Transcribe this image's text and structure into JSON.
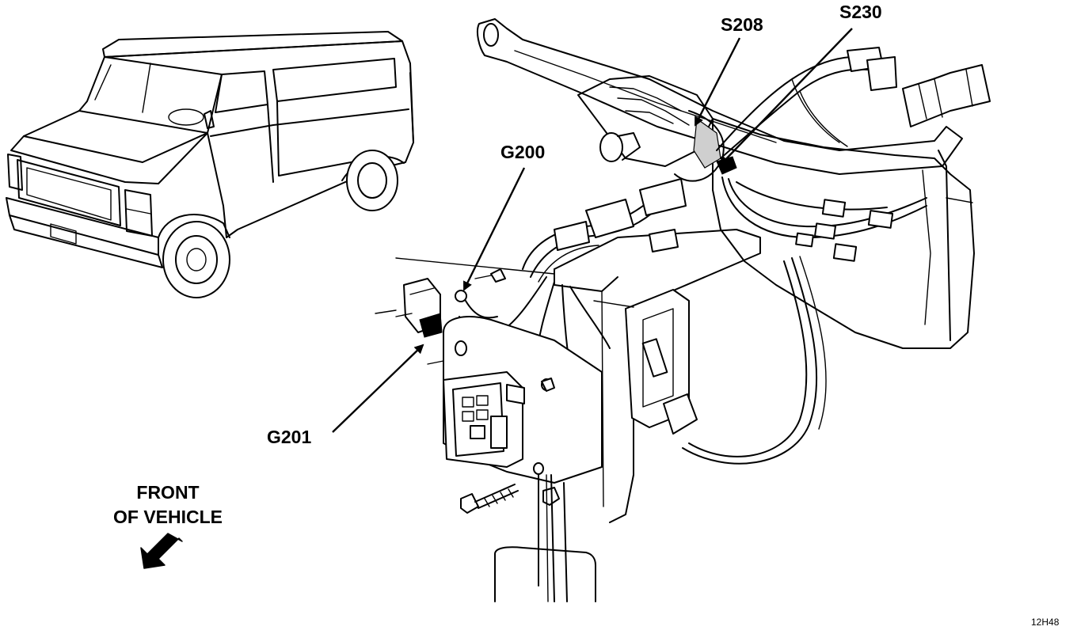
{
  "labels": {
    "s208": "S208",
    "s230": "S230",
    "g200": "G200",
    "g201": "G201",
    "front_line1": "FRONT",
    "front_line2": "OF VEHICLE",
    "figure_code": "12H48"
  },
  "icons": {
    "front_arrow": "arrow-down-left-icon"
  }
}
